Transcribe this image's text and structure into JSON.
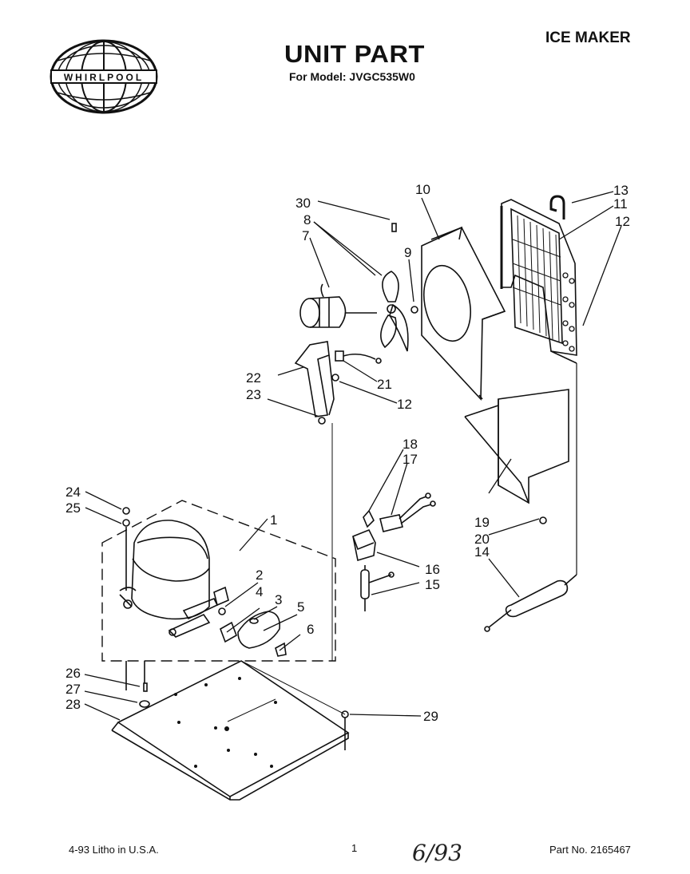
{
  "header": {
    "brand": "WHIRLPOOL",
    "title": "UNIT PART",
    "model_line": "For Model: JVGC535W0",
    "section": "ICE MAKER"
  },
  "callouts": [
    "1",
    "2",
    "3",
    "4",
    "5",
    "6",
    "7",
    "8",
    "9",
    "10",
    "11",
    "12",
    "12",
    "13",
    "14",
    "15",
    "16",
    "17",
    "18",
    "19",
    "20",
    "21",
    "22",
    "23",
    "24",
    "25",
    "26",
    "27",
    "28",
    "29",
    "30"
  ],
  "footer": {
    "date": "4-93  Litho in U.S.A.",
    "page": "1",
    "handwritten": "6/93",
    "part_no": "Part No. 2165467"
  }
}
